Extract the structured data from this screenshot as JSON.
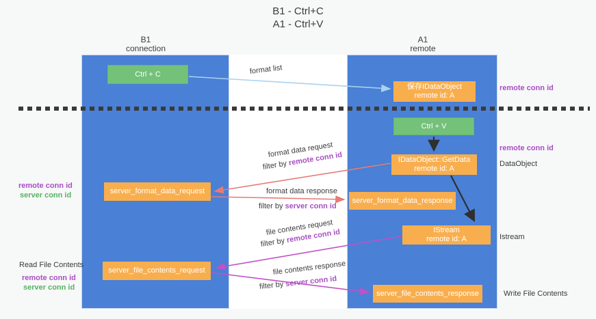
{
  "title": {
    "line1": "B1 - Ctrl+C",
    "line2": "A1 - Ctrl+V"
  },
  "columns": {
    "left": {
      "name": "B1",
      "subtitle": "connection"
    },
    "right": {
      "name": "A1",
      "subtitle": "remote"
    }
  },
  "nodes": {
    "ctrl_c": "Ctrl + C",
    "ctrl_v": "Ctrl + V",
    "save_idataobject": {
      "line1": "保存IDataObject",
      "line2": "remote id: A"
    },
    "getdata": {
      "line1": "IDataObject::GetData",
      "line2": "remote id: A"
    },
    "istream": {
      "line1": "IStream",
      "line2": "remote id: A"
    },
    "server_format_data_request": "server_format_data_request",
    "server_format_data_response": "server_format_data_response",
    "server_file_contents_request": "server_file_contents_request",
    "server_file_contents_response": "server_file_contents_response"
  },
  "side_labels": {
    "remote_conn_id": "remote conn id",
    "server_conn_id": "server conn id",
    "dataobject": "DataObject",
    "istream": "Istream",
    "read_file_contents": "Read File Contents",
    "write_file_contents": "Write File Contents"
  },
  "arrow_labels": {
    "format_list": "format list",
    "format_data_request": "format data request",
    "format_data_response": "format data response",
    "file_contents_request": "file contents request",
    "file_contents_response": "file contents response",
    "filter_by": "filter by ",
    "remote_conn_id": "remote conn id",
    "server_conn_id": "server conn id"
  },
  "colors": {
    "column_blue": "#4a80d5",
    "box_orange": "#f9ae4e",
    "button_green": "#74c17a",
    "arrow_blue": "#a9d2f0",
    "arrow_salmon": "#e87a74",
    "arrow_magenta": "#c250c8",
    "text_purple": "#a84fc4",
    "text_green": "#53b45e",
    "divider_dark": "#3a3a3a"
  }
}
